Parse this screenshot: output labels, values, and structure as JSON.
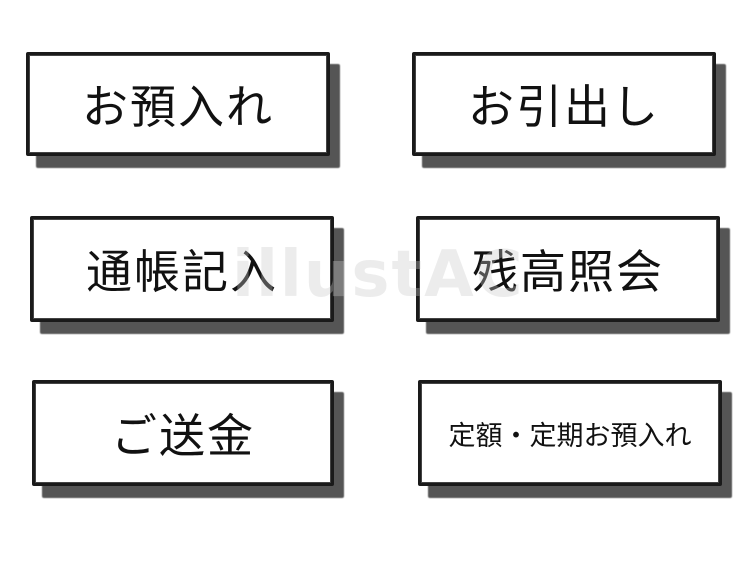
{
  "buttons": {
    "deposit": "お預入れ",
    "withdrawal": "お引出し",
    "passbook_update": "通帳記入",
    "balance_inquiry": "残高照会",
    "transfer": "ご送金",
    "time_deposit": "定額・定期お預入れ"
  },
  "watermark": "illustAC",
  "colors": {
    "background": "#ffffff",
    "border": "#1a1a1a",
    "shadow": "#555555",
    "text": "#111111"
  }
}
